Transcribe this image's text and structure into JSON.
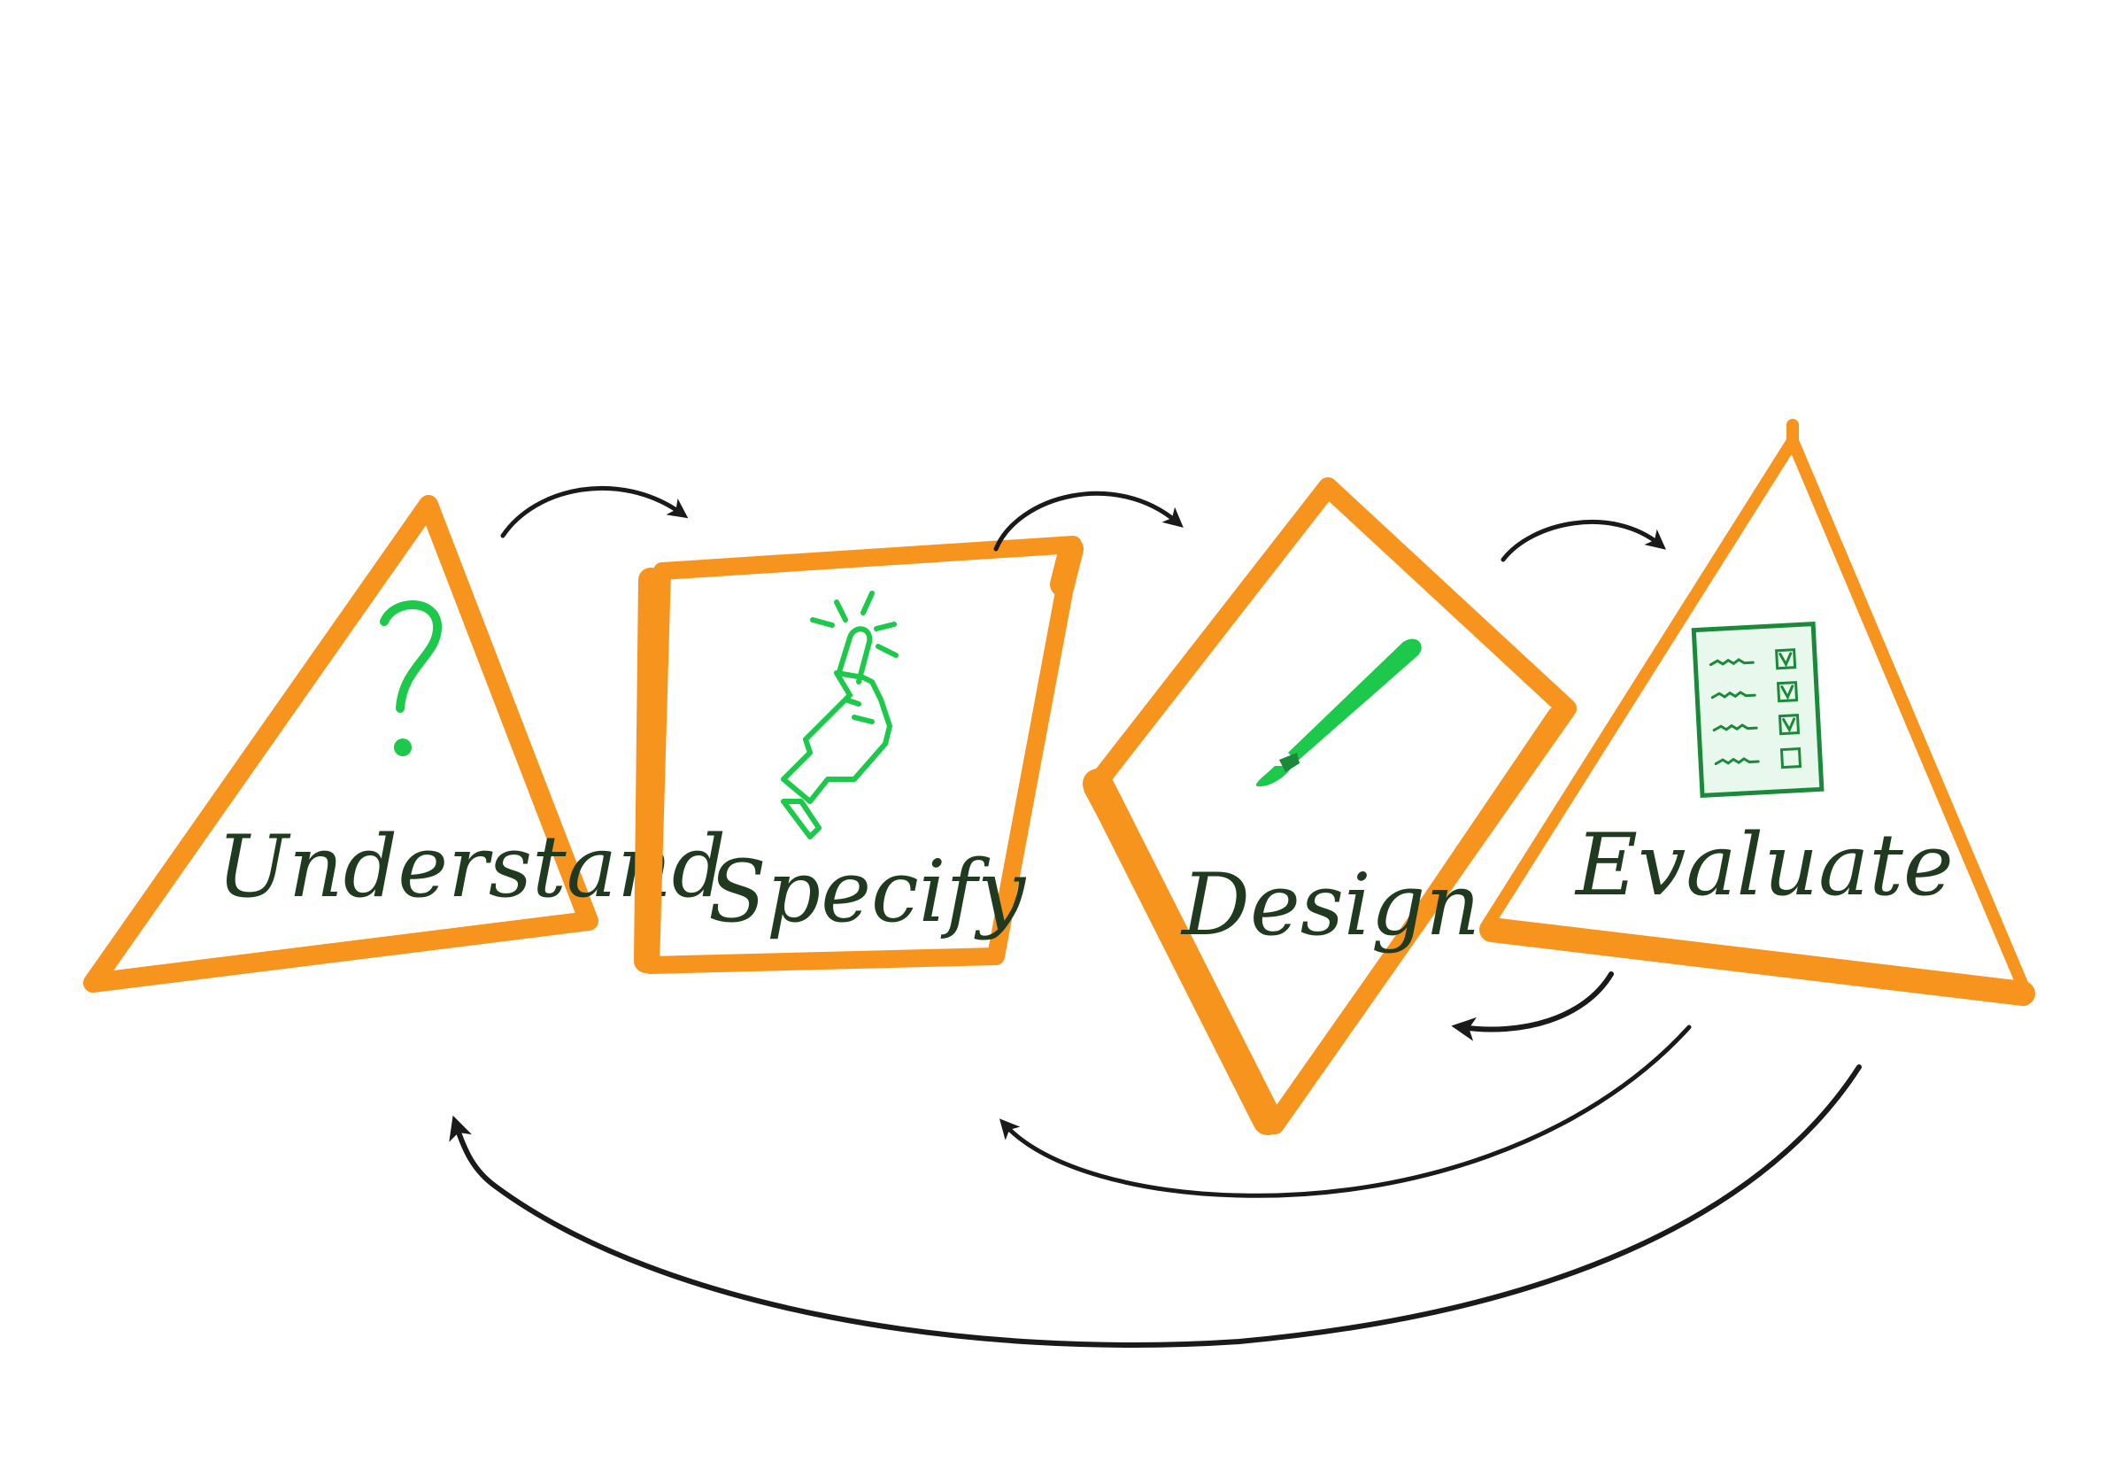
{
  "colors": {
    "frame": "#F7941D",
    "icon": "#1DC94A",
    "ink": "#1A1A1A",
    "label": "#1F3A1F",
    "icon_dark": "#1A8A3A",
    "checklist_bg": "#E8F8EC"
  },
  "stages": [
    {
      "id": "understand",
      "label": "Understand",
      "shape": "triangle",
      "icon": "question-mark-icon"
    },
    {
      "id": "specify",
      "label": "Specify",
      "shape": "square",
      "icon": "pointing-hand-icon"
    },
    {
      "id": "design",
      "label": "Design",
      "shape": "diamond",
      "icon": "paintbrush-icon"
    },
    {
      "id": "evaluate",
      "label": "Evaluate",
      "shape": "triangle",
      "icon": "checklist-icon"
    }
  ],
  "flows": [
    {
      "from": "understand",
      "to": "specify",
      "kind": "forward"
    },
    {
      "from": "specify",
      "to": "design",
      "kind": "forward"
    },
    {
      "from": "design",
      "to": "evaluate",
      "kind": "forward"
    },
    {
      "from": "evaluate",
      "to": "design",
      "kind": "feedback"
    },
    {
      "from": "evaluate",
      "to": "specify",
      "kind": "feedback"
    },
    {
      "from": "evaluate",
      "to": "understand",
      "kind": "feedback"
    }
  ]
}
